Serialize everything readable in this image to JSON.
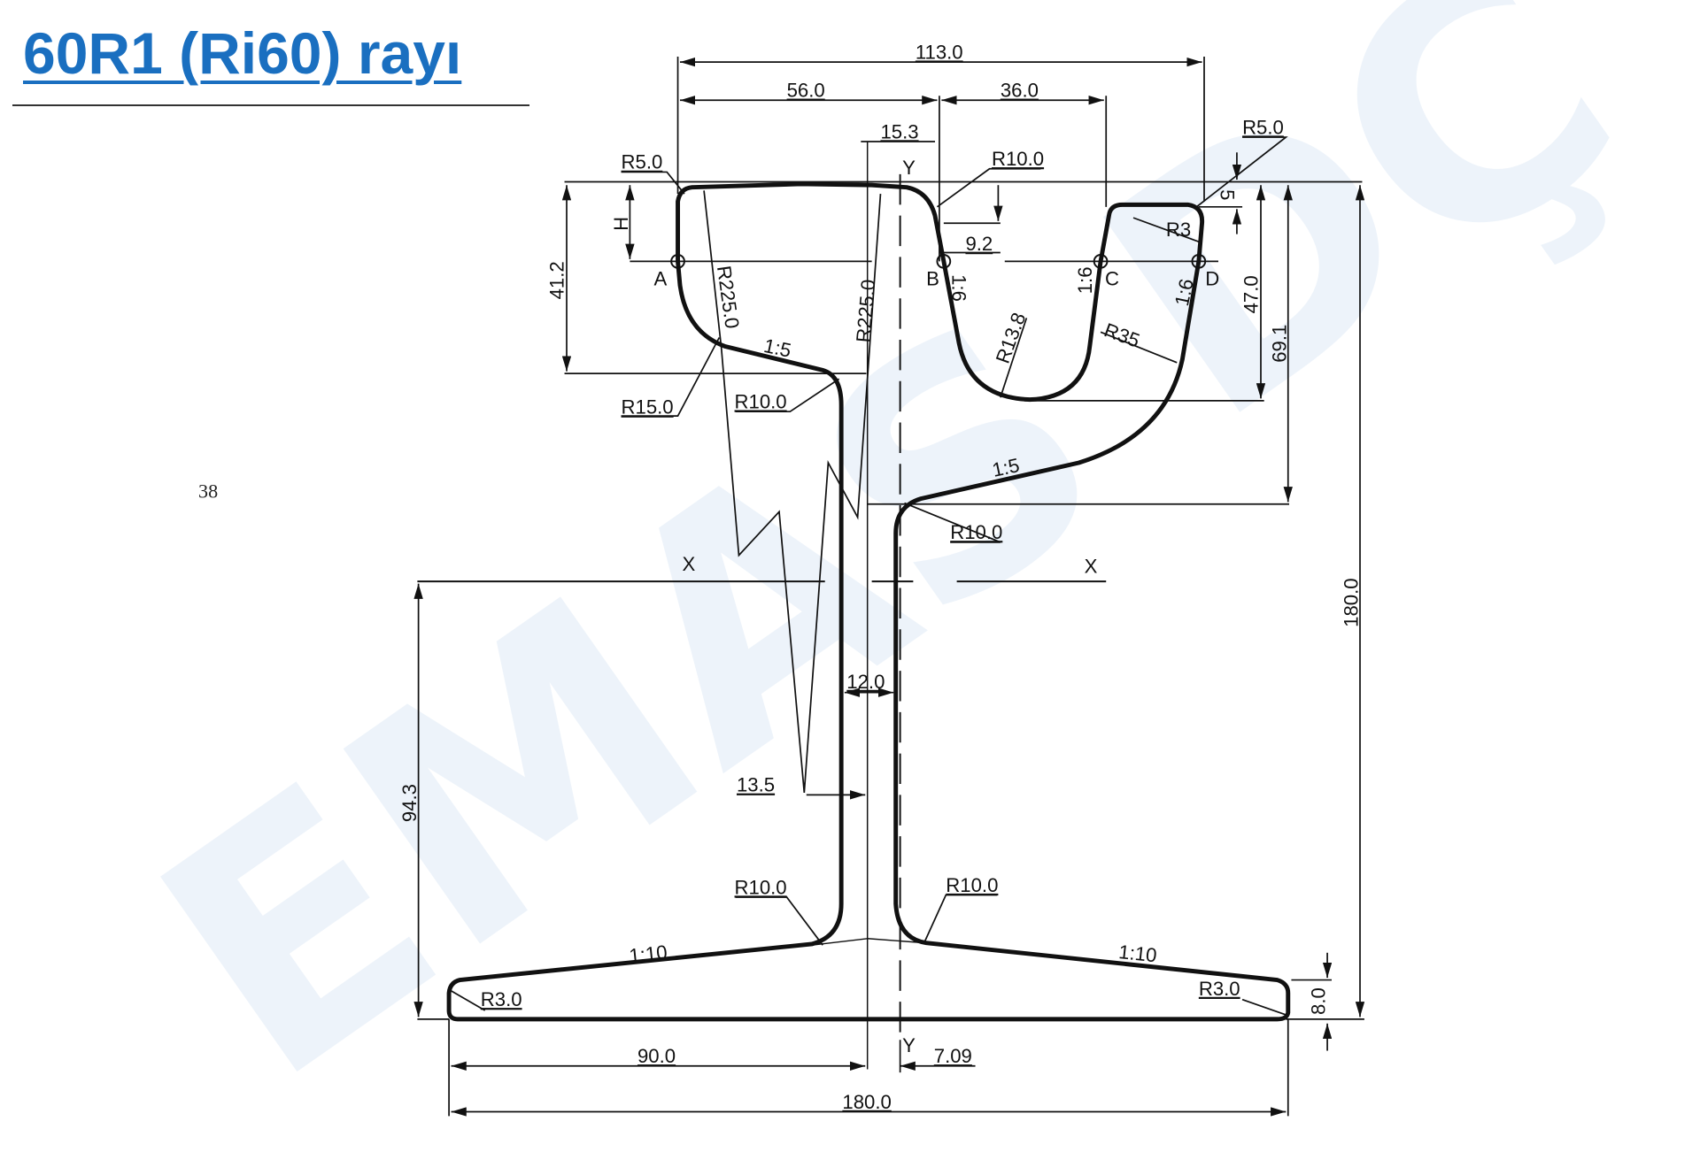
{
  "title": "60R1 (Ri60) rayı",
  "page_number": "38",
  "watermark": "EMAS DÇ",
  "colors": {
    "title": "#1a6fc0",
    "line": "#111111",
    "watermark": "#dfeaf6"
  },
  "labels": {
    "w113": "113.0",
    "w56": "56.0",
    "w36": "36.0",
    "w15_3": "15.3",
    "r10_top": "R10.0",
    "r5_left": "R5.0",
    "r5_right": "R5.0",
    "y_top": "Y",
    "h": "H",
    "h41_2": "41.2",
    "pt_a": "A",
    "r225_left": "R225.0",
    "r225_right": "R225.0",
    "pt_b": "B",
    "s16_b": "1:6",
    "w9_2": "9.2",
    "s16_c": "1:6",
    "pt_c": "C",
    "s16_d": "1:6",
    "pt_d": "D",
    "r3_head": "R3",
    "h5": "5",
    "h47": "47.0",
    "h69_1": "69.1",
    "s15_left": "1:5",
    "r13_8": "R13.8",
    "r35": "R35",
    "r15": "R15.0",
    "r10_neck_left": "R10.0",
    "s15_right": "1:5",
    "r10_neck_right": "R10.0",
    "x_left": "X",
    "x_right": "X",
    "h180": "180.0",
    "w12": "12.0",
    "w13_5": "13.5",
    "h94_3": "94.3",
    "r10_foot_left": "R10.0",
    "r10_foot_right": "R10.0",
    "s110_left": "1:10",
    "s110_right": "1:10",
    "r3_left": "R3.0",
    "r3_right": "R3.0",
    "h8": "8.0",
    "w90": "90.0",
    "y_bottom": "Y",
    "w7_09": "7.09",
    "w180": "180.0"
  }
}
